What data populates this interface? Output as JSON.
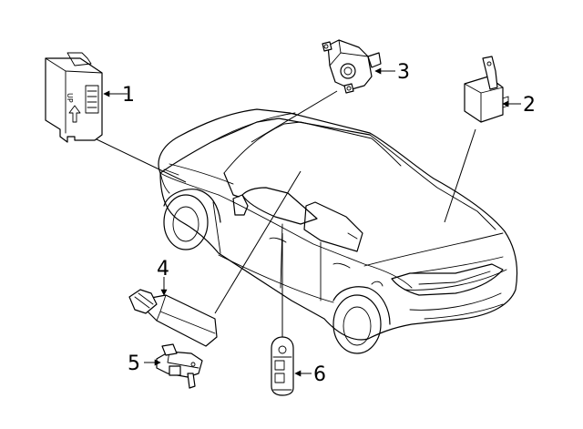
{
  "callouts": [
    {
      "id": "1",
      "label": "1"
    },
    {
      "id": "2",
      "label": "2"
    },
    {
      "id": "3",
      "label": "3"
    },
    {
      "id": "4",
      "label": "4"
    },
    {
      "id": "5",
      "label": "5"
    },
    {
      "id": "6",
      "label": "6"
    }
  ],
  "module1_marking": "UP"
}
